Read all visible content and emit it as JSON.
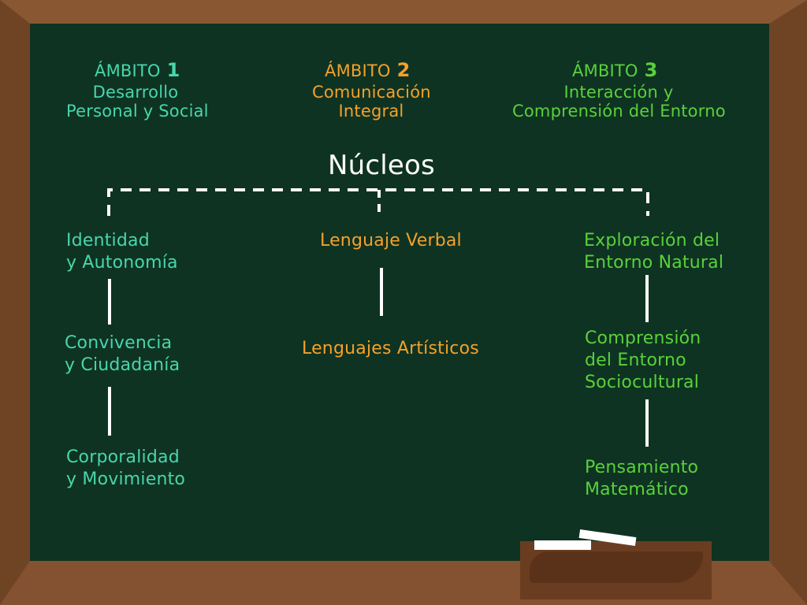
{
  "ambitos": [
    {
      "heading": "ÁMBITO",
      "number": "1",
      "name_line1": "Desarrollo",
      "name_line2": "Personal y Social",
      "color": "#48d6ad"
    },
    {
      "heading": "ÁMBITO",
      "number": "2",
      "name_line1": "Comunicación",
      "name_line2": "Integral",
      "color": "#f4a12b"
    },
    {
      "heading": "ÁMBITO",
      "number": "3",
      "name_line1": "Interacción y",
      "name_line2": "Comprensión del Entorno",
      "color": "#59d13b"
    }
  ],
  "title": "Núcleos",
  "nucleos": {
    "ambito1": [
      {
        "line1": "Identidad",
        "line2": "y Autonomía"
      },
      {
        "line1": "Convivencia",
        "line2": "y Ciudadanía"
      },
      {
        "line1": "Corporalidad",
        "line2": "y Movimiento"
      }
    ],
    "ambito2": [
      {
        "line1": "Lenguaje Verbal"
      },
      {
        "line1": "Lenguajes Artísticos"
      }
    ],
    "ambito3": [
      {
        "line1": "Exploración del",
        "line2": "Entorno Natural"
      },
      {
        "line1": "Comprensión",
        "line2": "del Entorno",
        "line3": "Sociocultural"
      },
      {
        "line1": "Pensamiento",
        "line2": "Matemático"
      }
    ]
  },
  "colors": {
    "frame": "#7b4c2a",
    "board": "#0f3322",
    "chalk": "#ffffff",
    "teal": "#48d6ad",
    "orange": "#f4a12b",
    "green": "#59d13b"
  }
}
